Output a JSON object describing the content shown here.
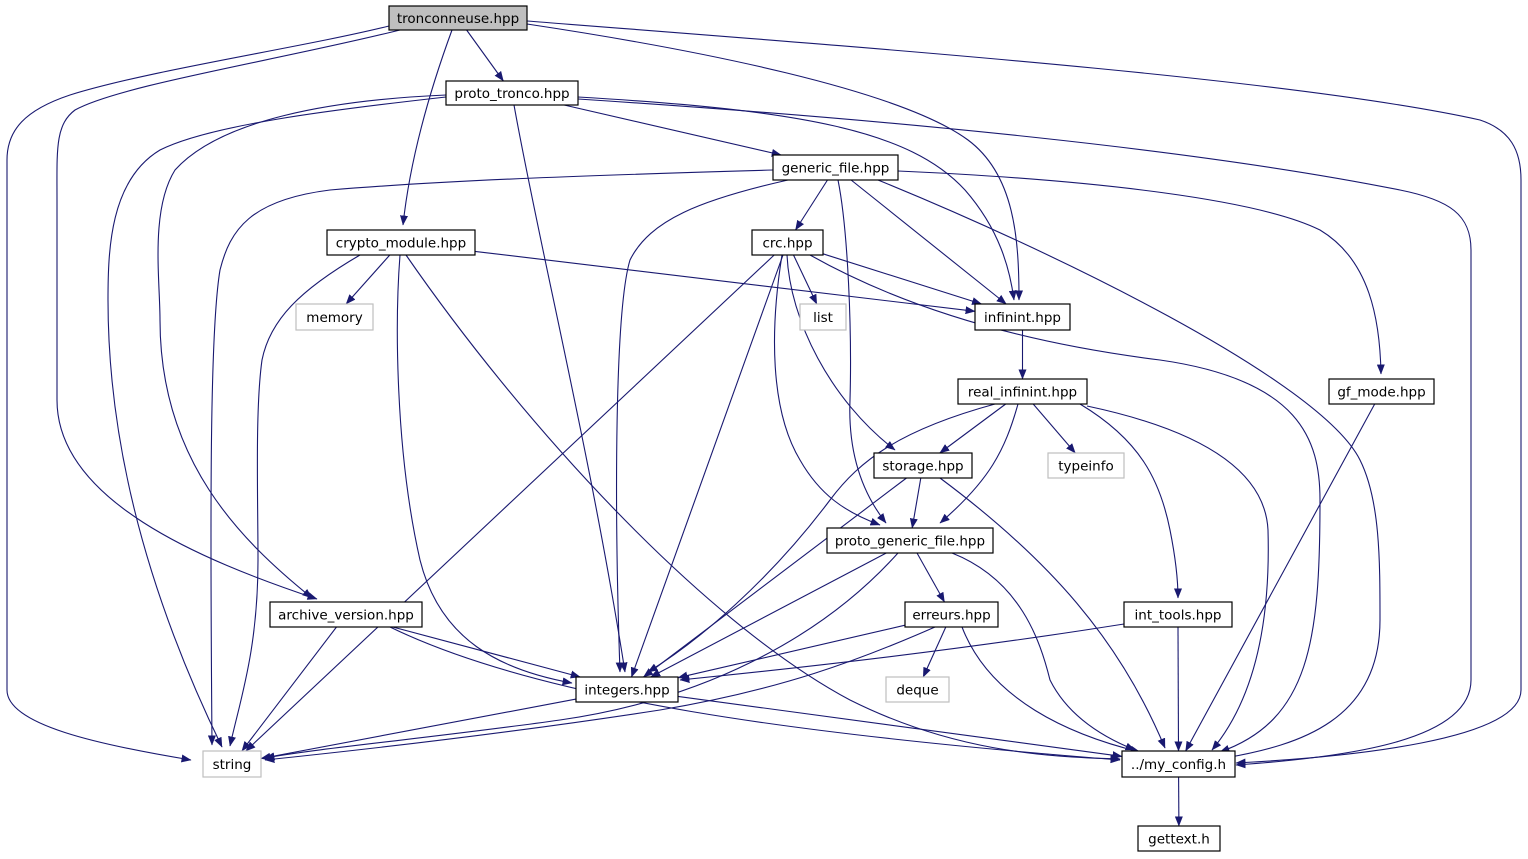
{
  "colors": {
    "edge": "#191970",
    "node_border": "#000000",
    "node_fill": "#ffffff",
    "root_fill": "#bfbfbf",
    "system_border": "#bfbfbf"
  },
  "nodes": [
    {
      "id": "tronconneuse",
      "label": "tronconneuse.hpp",
      "kind": "root"
    },
    {
      "id": "proto_tronco",
      "label": "proto_tronco.hpp",
      "kind": "project"
    },
    {
      "id": "generic_file",
      "label": "generic_file.hpp",
      "kind": "project"
    },
    {
      "id": "crypto_module",
      "label": "crypto_module.hpp",
      "kind": "project"
    },
    {
      "id": "crc",
      "label": "crc.hpp",
      "kind": "project"
    },
    {
      "id": "memory",
      "label": "memory",
      "kind": "system"
    },
    {
      "id": "list",
      "label": "list",
      "kind": "system"
    },
    {
      "id": "infinint",
      "label": "infinint.hpp",
      "kind": "project"
    },
    {
      "id": "real_infinint",
      "label": "real_infinint.hpp",
      "kind": "project"
    },
    {
      "id": "gf_mode",
      "label": "gf_mode.hpp",
      "kind": "project"
    },
    {
      "id": "storage",
      "label": "storage.hpp",
      "kind": "project"
    },
    {
      "id": "typeinfo",
      "label": "typeinfo",
      "kind": "system"
    },
    {
      "id": "proto_generic_file",
      "label": "proto_generic_file.hpp",
      "kind": "project"
    },
    {
      "id": "archive_version",
      "label": "archive_version.hpp",
      "kind": "project"
    },
    {
      "id": "erreurs",
      "label": "erreurs.hpp",
      "kind": "project"
    },
    {
      "id": "int_tools",
      "label": "int_tools.hpp",
      "kind": "project"
    },
    {
      "id": "integers",
      "label": "integers.hpp",
      "kind": "project"
    },
    {
      "id": "deque",
      "label": "deque",
      "kind": "system"
    },
    {
      "id": "string",
      "label": "string",
      "kind": "system"
    },
    {
      "id": "my_config",
      "label": "../my_config.h",
      "kind": "project"
    },
    {
      "id": "gettext",
      "label": "gettext.h",
      "kind": "project"
    }
  ],
  "edges": [
    {
      "from": "tronconneuse",
      "to": "proto_tronco"
    },
    {
      "from": "tronconneuse",
      "to": "crypto_module"
    },
    {
      "from": "tronconneuse",
      "to": "infinint"
    },
    {
      "from": "tronconneuse",
      "to": "archive_version"
    },
    {
      "from": "tronconneuse",
      "to": "string"
    },
    {
      "from": "tronconneuse",
      "to": "my_config"
    },
    {
      "from": "proto_tronco",
      "to": "generic_file"
    },
    {
      "from": "proto_tronco",
      "to": "integers"
    },
    {
      "from": "proto_tronco",
      "to": "infinint"
    },
    {
      "from": "proto_tronco",
      "to": "archive_version"
    },
    {
      "from": "proto_tronco",
      "to": "string"
    },
    {
      "from": "proto_tronco",
      "to": "my_config"
    },
    {
      "from": "generic_file",
      "to": "crc"
    },
    {
      "from": "generic_file",
      "to": "infinint"
    },
    {
      "from": "generic_file",
      "to": "gf_mode"
    },
    {
      "from": "generic_file",
      "to": "proto_generic_file"
    },
    {
      "from": "generic_file",
      "to": "integers"
    },
    {
      "from": "generic_file",
      "to": "string"
    },
    {
      "from": "generic_file",
      "to": "my_config"
    },
    {
      "from": "crypto_module",
      "to": "memory"
    },
    {
      "from": "crypto_module",
      "to": "infinint"
    },
    {
      "from": "crypto_module",
      "to": "integers"
    },
    {
      "from": "crypto_module",
      "to": "string"
    },
    {
      "from": "crypto_module",
      "to": "my_config"
    },
    {
      "from": "crc",
      "to": "list"
    },
    {
      "from": "crc",
      "to": "infinint"
    },
    {
      "from": "crc",
      "to": "storage"
    },
    {
      "from": "crc",
      "to": "proto_generic_file"
    },
    {
      "from": "crc",
      "to": "integers"
    },
    {
      "from": "crc",
      "to": "string"
    },
    {
      "from": "crc",
      "to": "my_config"
    },
    {
      "from": "infinint",
      "to": "real_infinint"
    },
    {
      "from": "real_infinint",
      "to": "storage"
    },
    {
      "from": "real_infinint",
      "to": "typeinfo"
    },
    {
      "from": "real_infinint",
      "to": "proto_generic_file"
    },
    {
      "from": "real_infinint",
      "to": "int_tools"
    },
    {
      "from": "real_infinint",
      "to": "integers"
    },
    {
      "from": "real_infinint",
      "to": "my_config"
    },
    {
      "from": "gf_mode",
      "to": "my_config"
    },
    {
      "from": "storage",
      "to": "proto_generic_file"
    },
    {
      "from": "storage",
      "to": "integers"
    },
    {
      "from": "storage",
      "to": "my_config"
    },
    {
      "from": "proto_generic_file",
      "to": "erreurs"
    },
    {
      "from": "proto_generic_file",
      "to": "integers"
    },
    {
      "from": "proto_generic_file",
      "to": "string"
    },
    {
      "from": "proto_generic_file",
      "to": "my_config"
    },
    {
      "from": "archive_version",
      "to": "integers"
    },
    {
      "from": "archive_version",
      "to": "string"
    },
    {
      "from": "archive_version",
      "to": "my_config"
    },
    {
      "from": "erreurs",
      "to": "deque"
    },
    {
      "from": "erreurs",
      "to": "integers"
    },
    {
      "from": "erreurs",
      "to": "string"
    },
    {
      "from": "erreurs",
      "to": "my_config"
    },
    {
      "from": "int_tools",
      "to": "integers"
    },
    {
      "from": "int_tools",
      "to": "my_config"
    },
    {
      "from": "integers",
      "to": "string"
    },
    {
      "from": "integers",
      "to": "my_config"
    },
    {
      "from": "my_config",
      "to": "gettext"
    }
  ]
}
